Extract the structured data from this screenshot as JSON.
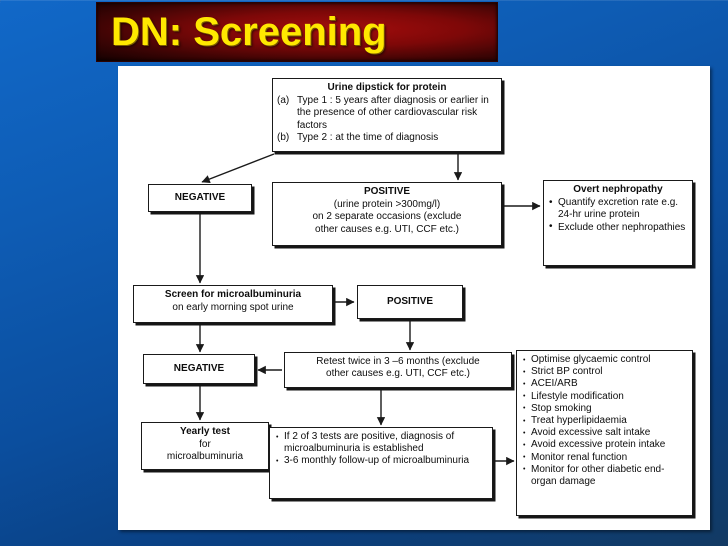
{
  "slide": {
    "title": "DN: Screening",
    "title_color": "#ffe800",
    "banner_color": "#7e0808",
    "background_color": "#0b4e9e"
  },
  "chart_data": {
    "type": "diagram",
    "title": "DN: Screening",
    "nodes": [
      {
        "id": "dipstick",
        "heading": "Urine dipstick for protein",
        "items": [
          {
            "label": "(a)",
            "text": "Type 1 : 5 years after diagnosis or earlier in the presence of other cardiovascular risk factors"
          },
          {
            "label": "(b)",
            "text": "Type 2 : at the time of diagnosis"
          }
        ]
      },
      {
        "id": "negative1",
        "heading": "NEGATIVE"
      },
      {
        "id": "positive1",
        "heading": "POSITIVE",
        "lines": [
          "(urine protein >300mg/l)",
          "on 2 separate occasions (exclude",
          "other causes e.g. UTI, CCF etc.)"
        ]
      },
      {
        "id": "overt",
        "heading": "Overt nephropathy",
        "bullets": [
          "Quantify excretion rate e.g. 24-hr urine protein",
          "Exclude other nephropathies"
        ]
      },
      {
        "id": "screen",
        "heading": "Screen for microalbuminuria",
        "lines": [
          "on early morning spot urine"
        ]
      },
      {
        "id": "positive2",
        "heading": "POSITIVE"
      },
      {
        "id": "negative2",
        "heading": "NEGATIVE"
      },
      {
        "id": "retest",
        "lines": [
          "Retest twice in 3 –6 months (exclude",
          "other causes e.g. UTI, CCF etc.)"
        ]
      },
      {
        "id": "yearly",
        "lines": [
          "Yearly test",
          "for",
          "microalbuminuria"
        ],
        "heading": "Yearly test"
      },
      {
        "id": "diagnosis",
        "bullets": [
          "If 2 of 3 tests are positive, diagnosis of microalbuminuria is established",
          "3-6 monthly follow-up of microalbuminuria"
        ]
      },
      {
        "id": "management",
        "bullets": [
          "Optimise glycaemic control",
          "Strict BP control",
          "ACEI/ARB",
          "Lifestyle modification",
          "Stop smoking",
          "Treat hyperlipidaemia",
          "Avoid excessive salt intake",
          "Avoid excessive protein intake",
          "Monitor renal function",
          "Monitor for other diabetic end-organ damage"
        ]
      }
    ],
    "edges": [
      {
        "from": "dipstick",
        "to": "negative1"
      },
      {
        "from": "dipstick",
        "to": "positive1"
      },
      {
        "from": "positive1",
        "to": "overt"
      },
      {
        "from": "negative1",
        "to": "screen"
      },
      {
        "from": "screen",
        "to": "positive2"
      },
      {
        "from": "screen",
        "to": "negative2"
      },
      {
        "from": "positive2",
        "to": "retest"
      },
      {
        "from": "retest",
        "to": "negative2"
      },
      {
        "from": "negative2",
        "to": "yearly"
      },
      {
        "from": "retest",
        "to": "diagnosis"
      },
      {
        "from": "diagnosis",
        "to": "management"
      }
    ]
  },
  "boxes": {
    "dipstick": {
      "heading": "Urine dipstick for protein",
      "a_label": "(a)",
      "a_text": "Type 1 : 5 years after diagnosis or earlier in the presence of other cardiovascular risk factors",
      "b_label": "(b)",
      "b_text": "Type 2 : at the time of diagnosis"
    },
    "negative1": {
      "heading": "NEGATIVE"
    },
    "positive1": {
      "heading": "POSITIVE",
      "line1": "(urine protein >300mg/l)",
      "line2": "on 2 separate occasions (exclude",
      "line3": "other causes e.g. UTI, CCF etc.)"
    },
    "overt": {
      "heading": "Overt nephropathy",
      "b1": "Quantify excretion rate e.g. 24-hr urine protein",
      "b2": "Exclude other nephropathies"
    },
    "screen": {
      "heading": "Screen for microalbuminuria",
      "line1": "on early morning spot urine"
    },
    "positive2": {
      "heading": "POSITIVE"
    },
    "negative2": {
      "heading": "NEGATIVE"
    },
    "retest": {
      "line1": "Retest twice in 3 –6 months (exclude",
      "line2": "other causes e.g. UTI, CCF etc.)"
    },
    "yearly": {
      "line1": "Yearly test",
      "line2": "for",
      "line3": "microalbuminuria"
    },
    "diagnosis": {
      "b1": "If 2 of 3 tests are positive, diagnosis of microalbuminuria is established",
      "b2": "3-6 monthly follow-up of microalbuminuria"
    },
    "management": {
      "b1": "Optimise glycaemic control",
      "b2": "Strict BP control",
      "b3": "ACEI/ARB",
      "b4": "Lifestyle modification",
      "b5": "Stop smoking",
      "b6": "Treat hyperlipidaemia",
      "b7": "Avoid excessive salt intake",
      "b8": "Avoid excessive protein intake",
      "b9": "Monitor renal function",
      "b10": "Monitor for other diabetic end-organ damage"
    }
  }
}
